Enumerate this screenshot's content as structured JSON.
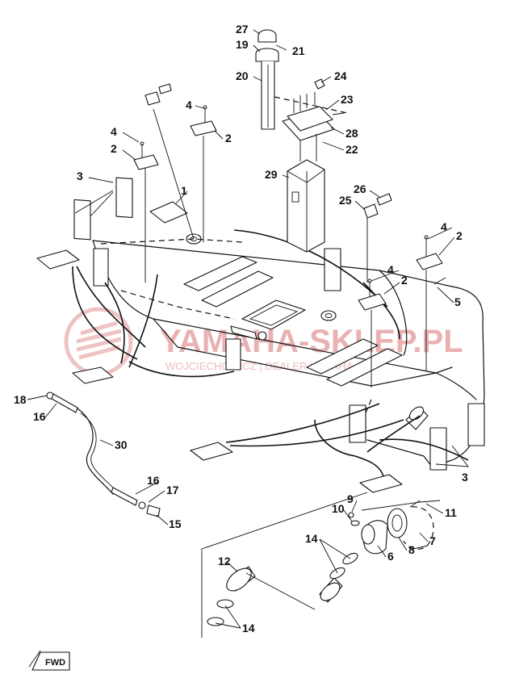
{
  "callouts": {
    "c1": "1",
    "c2a": "2",
    "c2b": "2",
    "c2c": "2",
    "c2d": "2",
    "c3a": "3",
    "c3b": "3",
    "c4a": "4",
    "c4b": "4",
    "c4c": "4",
    "c4d": "4",
    "c5": "5",
    "c6": "6",
    "c7": "7",
    "c8": "8",
    "c9": "9",
    "c10": "10",
    "c11": "11",
    "c12": "12",
    "c14a": "14",
    "c14b": "14",
    "c15": "15",
    "c16a": "16",
    "c16b": "16",
    "c17": "17",
    "c18": "18",
    "c19": "19",
    "c20": "20",
    "c21": "21",
    "c22": "22",
    "c23": "23",
    "c24": "24",
    "c25": "25",
    "c26": "26",
    "c27": "27",
    "c28": "28",
    "c29": "29",
    "c30": "30"
  },
  "watermark": {
    "brand": "YAMAHA-SKLEP.PL",
    "subtitle": "WOJCIECHOWICZ | DEALER YAMAHA"
  },
  "badge": {
    "text": "FWD"
  },
  "colors": {
    "line": "#111111",
    "watermark": "#e9b1b1",
    "background": "#ffffff"
  }
}
